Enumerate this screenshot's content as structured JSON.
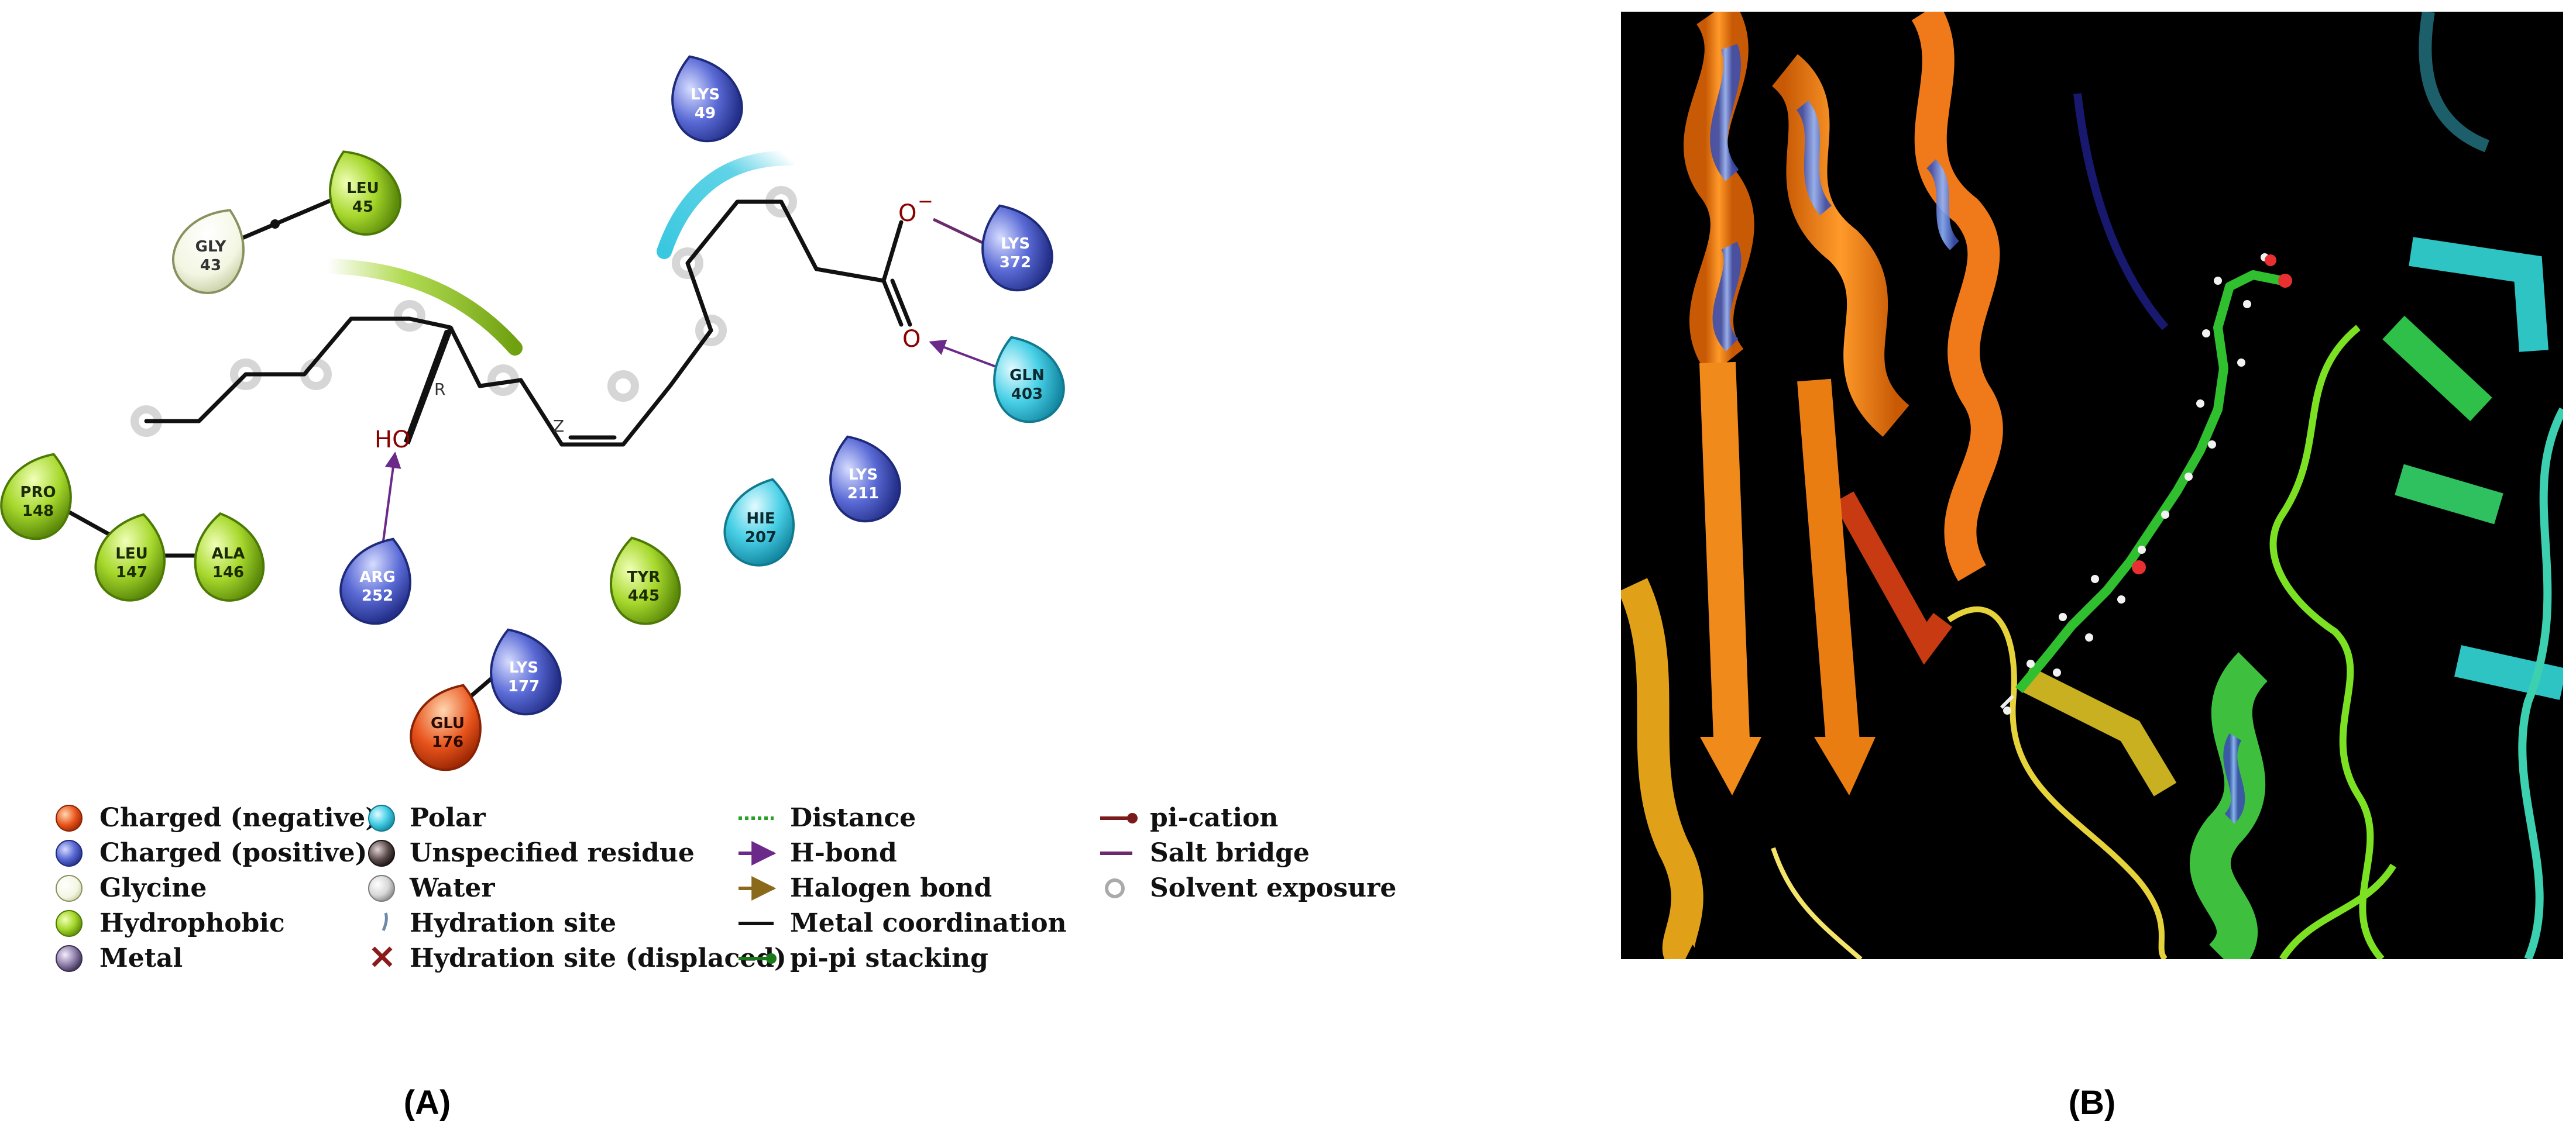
{
  "panel_a": {
    "label": "(A)",
    "atoms": {
      "hydroxyl": "HO",
      "carbonyl_o": "O",
      "carboxylate_o": "O",
      "carboxylate_charge": "−",
      "chiral": "R",
      "double_bond": "Z"
    },
    "residues": [
      {
        "name": "LYS",
        "num": "49",
        "type": "positive"
      },
      {
        "name": "LEU",
        "num": "45",
        "type": "hydrophobic"
      },
      {
        "name": "GLY",
        "num": "43",
        "type": "glycine"
      },
      {
        "name": "LYS",
        "num": "372",
        "type": "positive"
      },
      {
        "name": "GLN",
        "num": "403",
        "type": "polar"
      },
      {
        "name": "PRO",
        "num": "148",
        "type": "hydrophobic"
      },
      {
        "name": "LEU",
        "num": "147",
        "type": "hydrophobic"
      },
      {
        "name": "ALA",
        "num": "146",
        "type": "hydrophobic"
      },
      {
        "name": "ARG",
        "num": "252",
        "type": "positive"
      },
      {
        "name": "TYR",
        "num": "445",
        "type": "hydrophobic"
      },
      {
        "name": "HIE",
        "num": "207",
        "type": "polar"
      },
      {
        "name": "LYS",
        "num": "211",
        "type": "positive"
      },
      {
        "name": "LYS",
        "num": "177",
        "type": "positive"
      },
      {
        "name": "GLU",
        "num": "176",
        "type": "negative"
      }
    ],
    "legend_residues": [
      {
        "label": "Charged (negative)",
        "kind": "negative"
      },
      {
        "label": "Charged (positive)",
        "kind": "positive"
      },
      {
        "label": "Glycine",
        "kind": "glycine"
      },
      {
        "label": "Hydrophobic",
        "kind": "hydrophobic"
      },
      {
        "label": "Metal",
        "kind": "metal"
      }
    ],
    "legend_residues2": [
      {
        "label": "Polar",
        "kind": "polar"
      },
      {
        "label": "Unspecified residue",
        "kind": "unspecified"
      },
      {
        "label": "Water",
        "kind": "water"
      },
      {
        "label": "Hydration site",
        "kind": "hydration"
      },
      {
        "label": "Hydration site (displaced)",
        "kind": "displaced"
      }
    ],
    "legend_interactions": [
      {
        "label": "Distance",
        "kind": "distance"
      },
      {
        "label": "H-bond",
        "kind": "hbond"
      },
      {
        "label": "Halogen bond",
        "kind": "halogen"
      },
      {
        "label": "Metal coordination",
        "kind": "metal-coord"
      },
      {
        "label": "pi-pi stacking",
        "kind": "pipi"
      }
    ],
    "legend_interactions2": [
      {
        "label": "pi-cation",
        "kind": "pication"
      },
      {
        "label": "Salt bridge",
        "kind": "saltbridge"
      },
      {
        "label": "Solvent exposure",
        "kind": "solvent"
      }
    ]
  },
  "panel_b": {
    "label": "(B)"
  },
  "colors": {
    "negative": "#e8541c",
    "positive": "#3f4fb8",
    "glycine": "#f4f7e4",
    "hydrophobic": "#9fd22a",
    "polar": "#39c8e0",
    "metal": "#8a7aa6",
    "unspecified": "#5a4a4a",
    "water": "#cfcfcf",
    "hbond": "#6b2a8a",
    "salt": "#6b2a6b",
    "pication": "#7b1a1a",
    "backbone": "#111111",
    "render_bg": "#000000",
    "orange_helix": "#f08a1a",
    "green_sheet": "#7ce023",
    "cyan_sheet": "#2ec4c4",
    "yellow_coil": "#e6d23a",
    "ligand": "#2fbf2f"
  }
}
